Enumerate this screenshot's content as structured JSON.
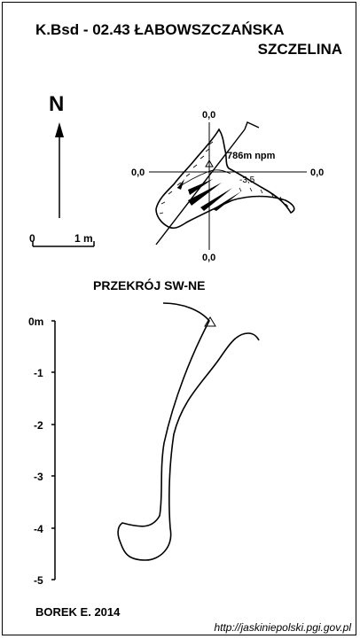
{
  "title": {
    "line1": "K.Bsd - 02.43  ŁABOWSZCZAŃSKA",
    "line2": "SZCZELINA"
  },
  "plan": {
    "north_label": "N",
    "scale_start": "0",
    "scale_end": "1 m",
    "elevation_label": "786m npm",
    "depth_label": "-3,5",
    "axis_labels": {
      "top": "0,0",
      "left": "0,0",
      "right": "0,0",
      "bottom": "0,0"
    }
  },
  "section": {
    "title": "PRZEKRÓJ SW-NE",
    "depth_ticks": [
      "0m",
      "-1",
      "-2",
      "-3",
      "-4",
      "-5"
    ]
  },
  "footer": {
    "author": "BOREK E. 2014",
    "url": "http://jaskiniepolski.pgi.gov.pl"
  }
}
